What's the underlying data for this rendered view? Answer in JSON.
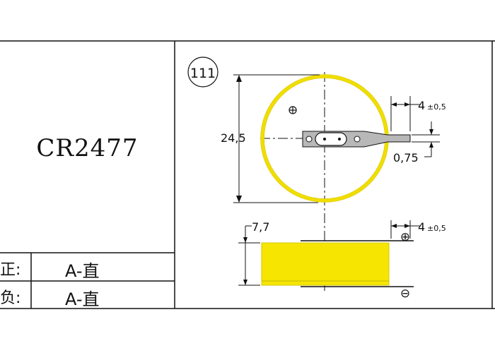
{
  "model": "CR2477",
  "rows": [
    {
      "label": "正:",
      "value": "A-直"
    },
    {
      "label": "负:",
      "value": "A-直"
    }
  ],
  "drawing": {
    "code": "111",
    "dim_diameter": "24,5",
    "dim_tab_offset_top": "4",
    "tol_tab_offset_top": "±0,5",
    "dim_tab_thickness": "0,75",
    "dim_height": "7,7",
    "dim_tab_offset_side": "4",
    "tol_tab_offset_side": "±0,5",
    "symbol_plus": "⊕",
    "symbol_minus": "⊖"
  },
  "colors": {
    "battery_yellow": "#f5e500",
    "ring_yellow": "#f0de00",
    "tab_gray": "#b8b8b8",
    "line": "#111111"
  }
}
